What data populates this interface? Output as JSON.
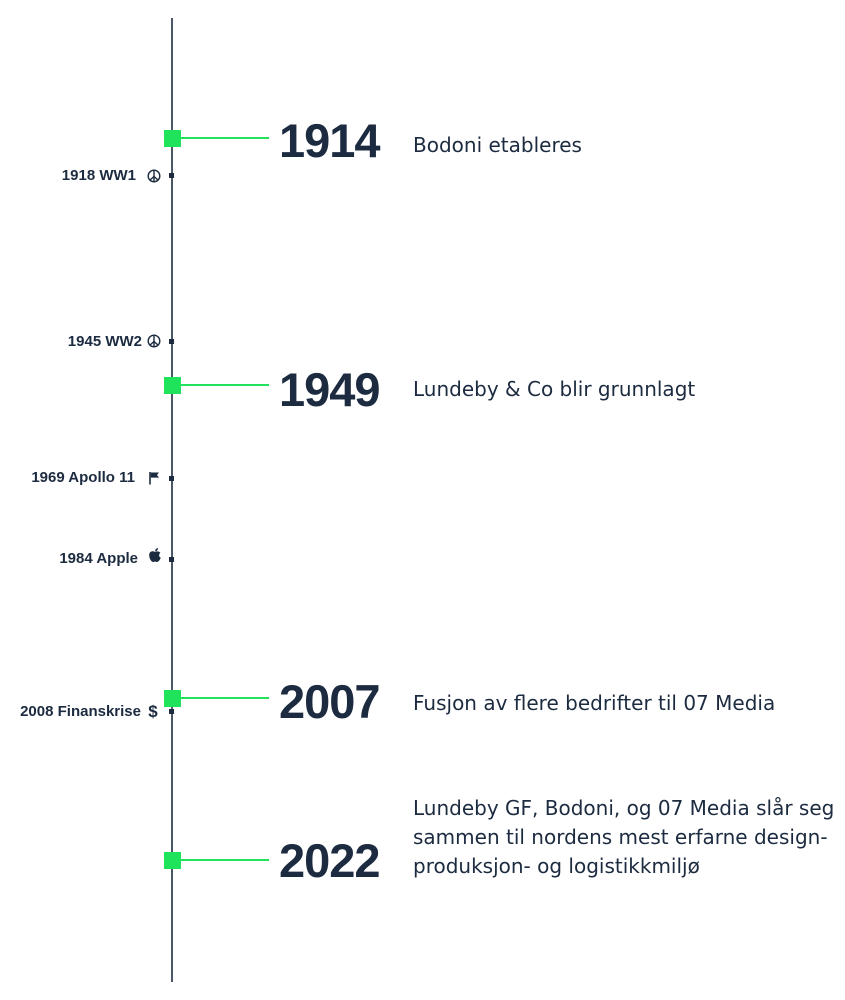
{
  "colors": {
    "accent": "#1fe35a",
    "text": "#1c2b40",
    "axis": "#4a5666"
  },
  "milestones": [
    {
      "year": "1914",
      "description": "Bodoni etableres"
    },
    {
      "year": "1949",
      "description": "Lundeby & Co blir grunnlagt"
    },
    {
      "year": "2007",
      "description": "Fusjon av flere bedrifter til 07 Media"
    },
    {
      "year": "2022",
      "description": "Lundeby GF, Bodoni, og 07 Media slår seg sammen til nordens mest erfarne design- produksjon- og logistikkmiljø"
    }
  ],
  "events": [
    {
      "label": "1918 WW1",
      "icon": "peace-icon"
    },
    {
      "label": "1945 WW2",
      "icon": "peace-icon"
    },
    {
      "label": "1969 Apollo 11",
      "icon": "flag-icon"
    },
    {
      "label": "1984 Apple",
      "icon": "apple-icon"
    },
    {
      "label": "2008 Finanskrise",
      "icon": "dollar-icon"
    }
  ]
}
